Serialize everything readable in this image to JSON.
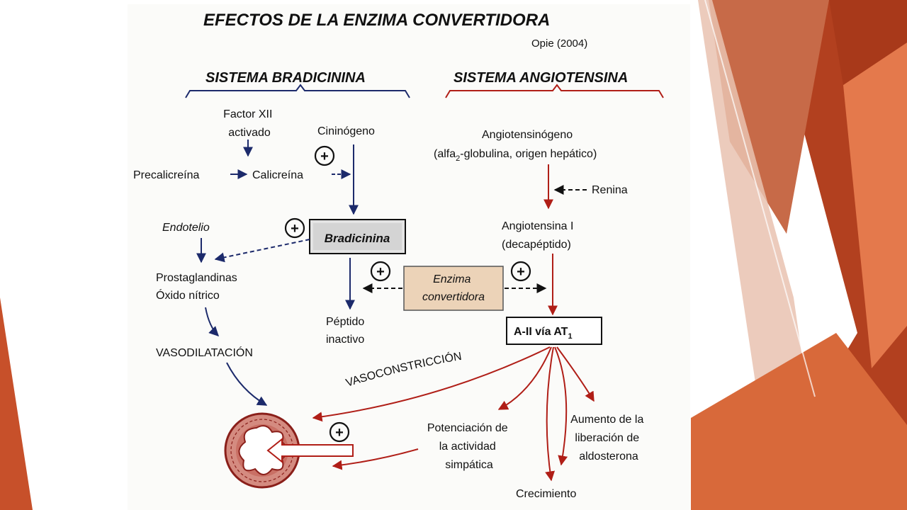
{
  "slide": {
    "colors": {
      "accent_dark": "#a83a1c",
      "accent": "#c7502a",
      "accent_light": "#e07a4c",
      "navy": "#1c2a6b",
      "red": "#b01e17",
      "enzyme_box": "#ecd3b8"
    }
  },
  "diagram": {
    "title": "EFECTOS DE LA ENZIMA CONVERTIDORA",
    "citation": "Opie (2004)",
    "left_system": "SISTEMA BRADICININA",
    "right_system": "SISTEMA ANGIOTENSINA",
    "factor_xii": [
      "Factor XII",
      "activado"
    ],
    "cininogeno": "Cininógeno",
    "precalicreina": "Precalicreína",
    "calicreina": "Calicreína",
    "endotelio": "Endotelio",
    "bradicinina": "Bradicinina",
    "prostaglandinas": [
      "Prostaglandinas",
      "Óxido nítrico"
    ],
    "vasodilatacion": "VASODILATACIÓN",
    "peptido_inactivo": [
      "Péptido",
      "inactivo"
    ],
    "enzima": [
      "Enzima",
      "convertidora"
    ],
    "angiotensinogeno": "Angiotensinógeno",
    "angiotensinogeno_detail_pre": "(alfa",
    "angiotensinogeno_detail_sub": "2",
    "angiotensinogeno_detail_post": "-globulina, origen hepático)",
    "renina": "Renina",
    "angiotensina_i": [
      "Angiotensina I",
      "(decapéptido)"
    ],
    "a2_label": "A-II vía AT",
    "a2_sub": "1",
    "vasoconstriccion": "VASOCONSTRICCIÓN",
    "potenciacion": [
      "Potenciación de",
      "la actividad",
      "simpática"
    ],
    "aldosterona": [
      "Aumento de la",
      "liberación de",
      "aldosterona"
    ],
    "crecimiento": "Crecimiento",
    "plus_symbol": "+"
  }
}
